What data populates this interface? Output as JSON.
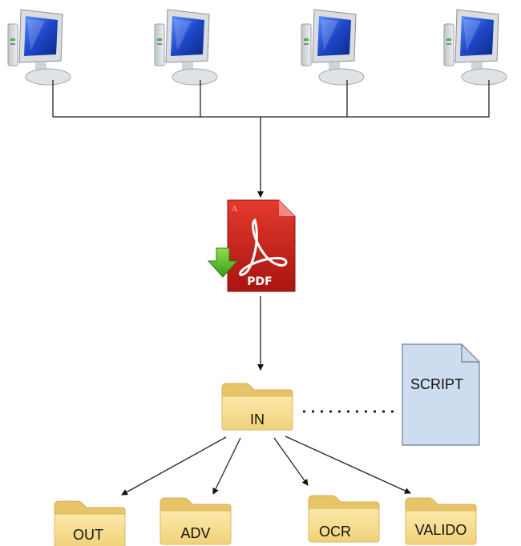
{
  "document": {
    "label": "PDF"
  },
  "folders": {
    "input": "IN",
    "outputs": [
      {
        "label": "OUT"
      },
      {
        "label": "ADV"
      },
      {
        "label": "OCR"
      },
      {
        "label": "VALIDO"
      }
    ]
  },
  "script": {
    "label": "SCRIPT"
  },
  "icons": {
    "computer": "desktop-computer-icon",
    "document": "pdf-file-icon",
    "download": "green-down-arrow-icon",
    "folder": "folder-icon",
    "script": "document-page-icon"
  },
  "colors": {
    "pdf_red": "#c8221e",
    "folder_yellow": "#f6dc8c",
    "script_blue": "#cddcee",
    "monitor_blue": "#1f48c8"
  },
  "computer_count": 4
}
